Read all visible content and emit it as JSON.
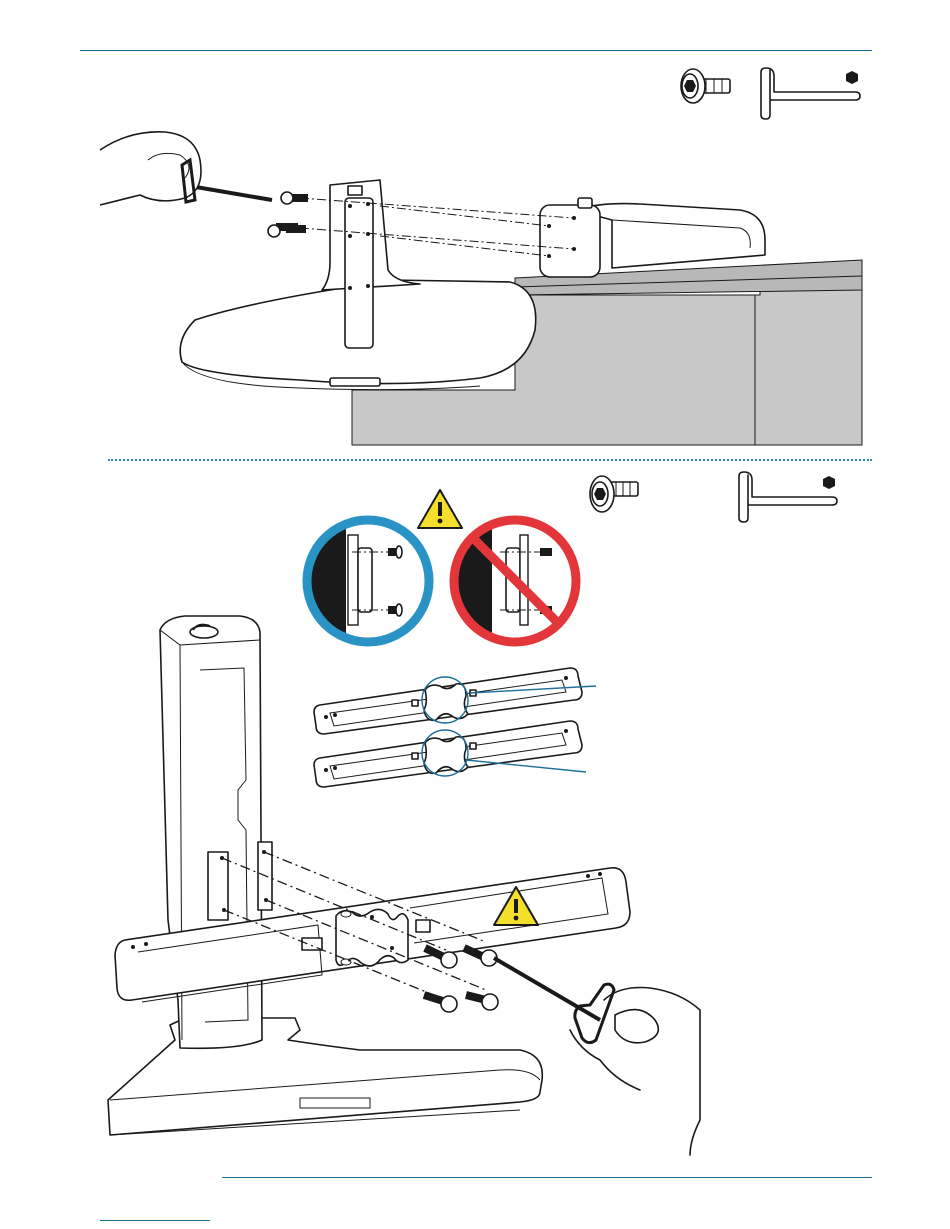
{
  "colors": {
    "accent_rule": "#1b6f8c",
    "callout_line": "#1d6f98",
    "correct_ring": "#2a93c6",
    "incorrect_ring": "#e2363b",
    "warning_fill": "#f4df2c",
    "desk_fill": "#c8c8c8",
    "outline": "#1a1a1a"
  },
  "icons": {
    "step1_screw": "button-head-screw-icon",
    "step1_key": "hex-key-icon",
    "step2_screw": "button-head-screw-icon",
    "step2_key": "hex-key-icon",
    "warning_top": "warning-triangle-icon",
    "warning_bar": "warning-triangle-icon"
  },
  "diagram": {
    "step1": "base-to-desk-clamp-assembly",
    "step2": "column-to-bracket-assembly",
    "orientation_correct": "bracket-orientation-correct",
    "orientation_incorrect": "bracket-orientation-incorrect"
  }
}
